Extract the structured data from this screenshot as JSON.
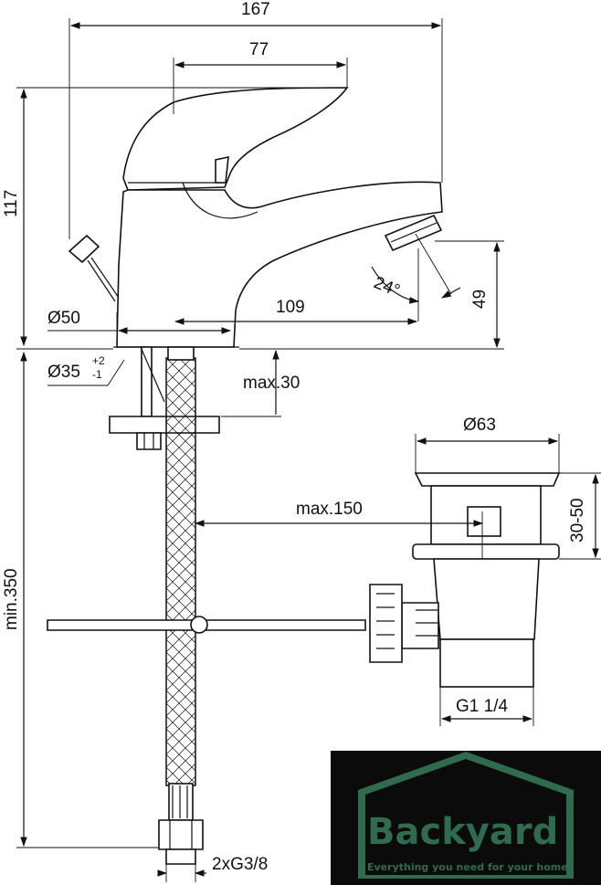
{
  "dimensions": {
    "width_total": "167",
    "width_handle": "77",
    "height_total": "117",
    "spout_height": "49",
    "spout_reach": "109",
    "base_diameter": "Ø50",
    "hole_diameter": "Ø35",
    "hole_tol_upper": "+2",
    "hole_tol_lower": "-1",
    "max_thickness": "max.30",
    "rod_reach": "max.150",
    "hose_length": "min.350",
    "connection": "2xG3/8",
    "waste_diameter": "Ø63",
    "waste_height": "30-50",
    "waste_thread": "G1 1/4",
    "angle": "24°"
  },
  "logo": {
    "word": "Backyard",
    "tagline": "Everything you need for your home",
    "colors": {
      "background": "#0b0b0b",
      "roof": "#2e6b4f",
      "text": "#2e6b4f"
    }
  }
}
